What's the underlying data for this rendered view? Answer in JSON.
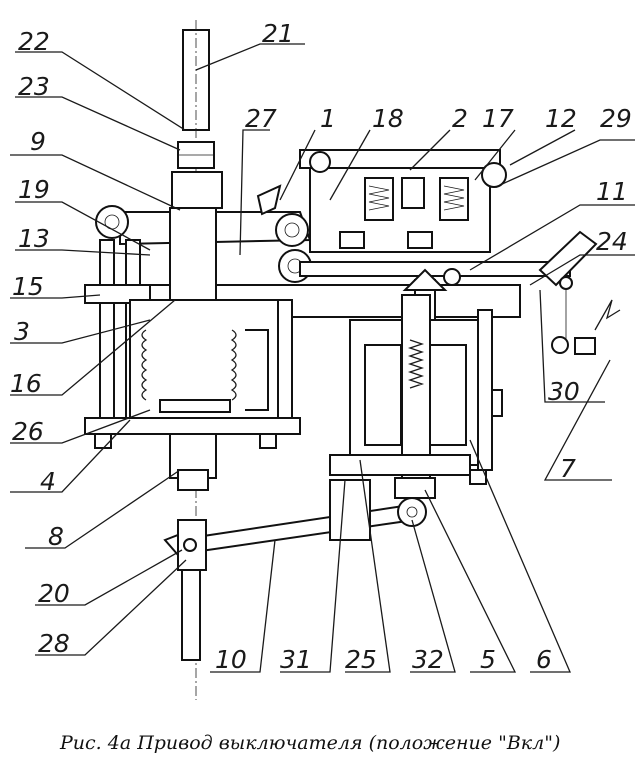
{
  "caption": "Рис. 4а Привод выключателя (положение \"Вкл\")",
  "labels": [
    "22",
    "21",
    "23",
    "27",
    "1",
    "18",
    "2",
    "17",
    "12",
    "29",
    "9",
    "19",
    "13",
    "11",
    "24",
    "15",
    "3",
    "16",
    "26",
    "4",
    "8",
    "30",
    "7",
    "20",
    "28",
    "10",
    "31",
    "25",
    "32",
    "5",
    "6"
  ],
  "colors": {
    "ink": "#1a1a1a",
    "paper": "#ffffff"
  }
}
